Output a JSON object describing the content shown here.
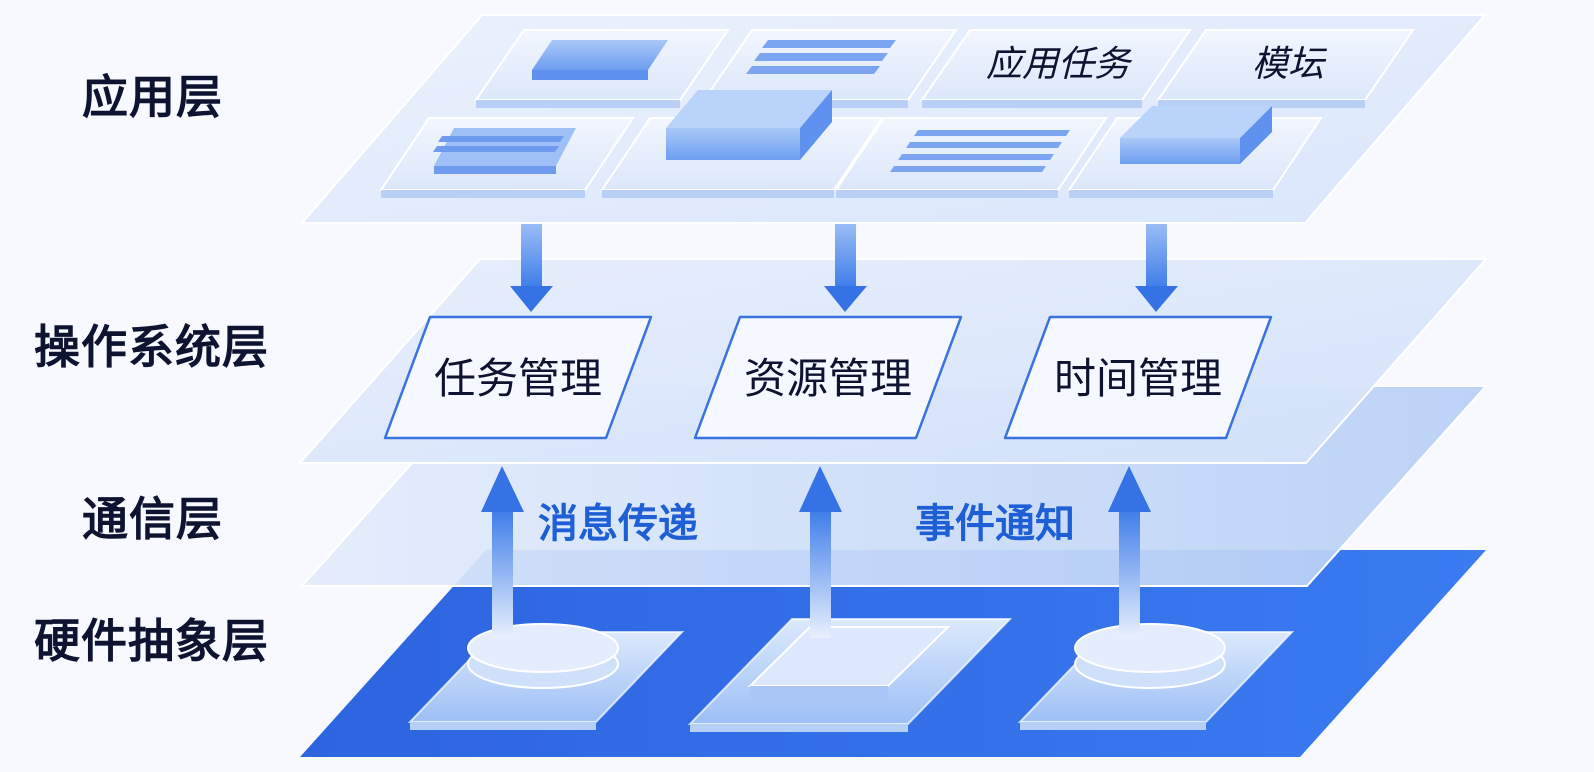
{
  "layers": {
    "application": "应用层",
    "os": "操作系统层",
    "communication": "通信层",
    "hardware": "硬件抽象层"
  },
  "app_tiles": {
    "app_task": "应用任务",
    "module": "模坛"
  },
  "os_modules": {
    "task_management": "任务管理",
    "resource_management": "资源管理",
    "time_management": "时间管理"
  },
  "communication": {
    "message_passing": "消息传递",
    "event_notification": "事件通知"
  },
  "colors": {
    "text_dark": "#0d1330",
    "accent_blue": "#1f5fd6",
    "hardware_blue": "#2e6de6",
    "module_border": "#3a72df"
  }
}
